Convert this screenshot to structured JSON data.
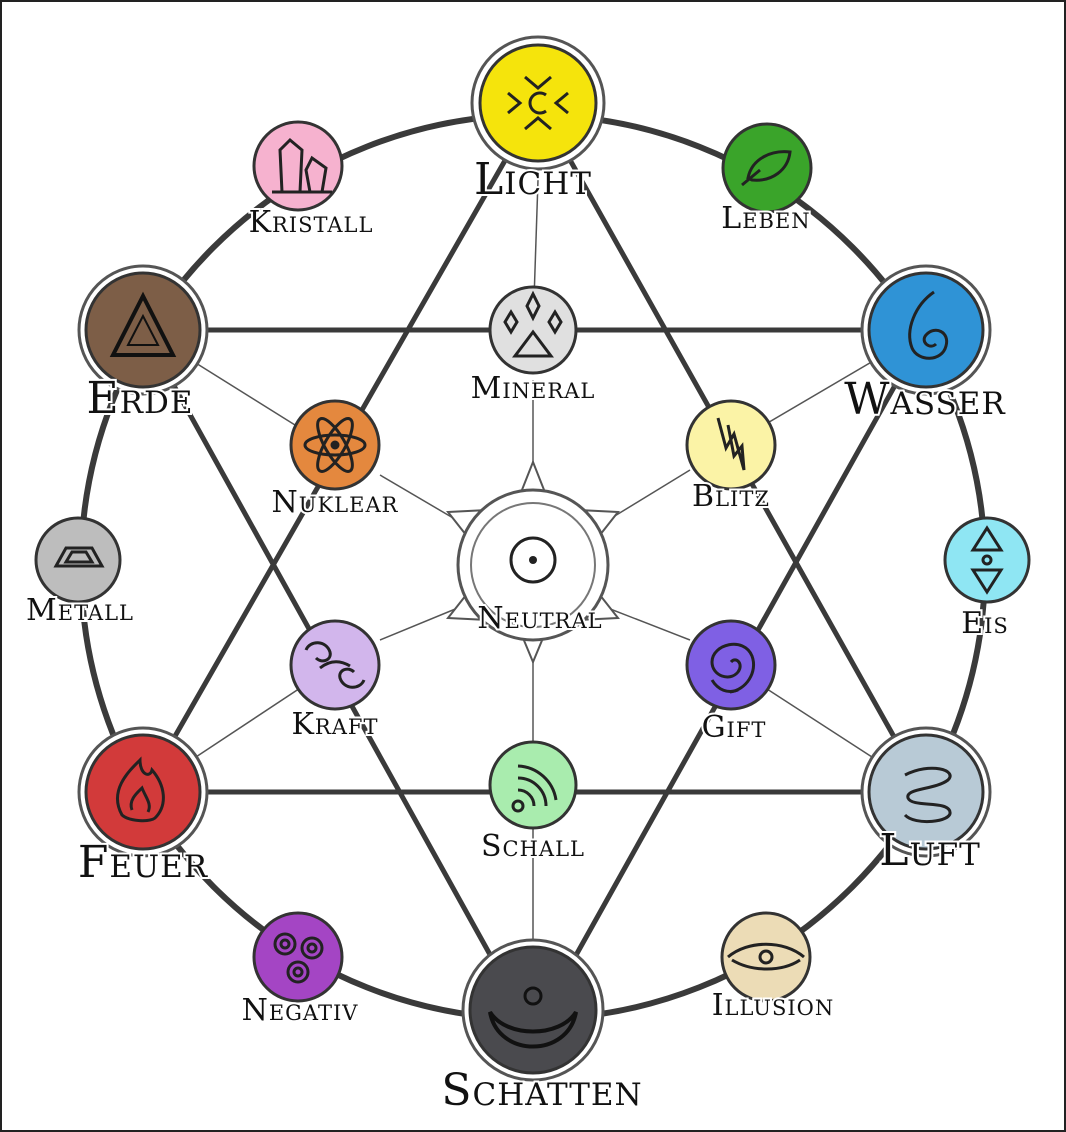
{
  "elements": {
    "licht": {
      "label": "Licht",
      "color": "#f5e40c",
      "icon": "sun-icon"
    },
    "leben": {
      "label": "Leben",
      "color": "#3aa42a",
      "icon": "leaf-icon"
    },
    "wasser": {
      "label": "Wasser",
      "color": "#2f93d6",
      "icon": "water-drop-icon"
    },
    "eis": {
      "label": "Eis",
      "color": "#8fe6f3",
      "icon": "ice-crystal-icon"
    },
    "luft": {
      "label": "Luft",
      "color": "#b8cad6",
      "icon": "wind-icon"
    },
    "illusion": {
      "label": "Illusion",
      "color": "#ecdcb6",
      "icon": "eye-icon"
    },
    "schatten": {
      "label": "Schatten",
      "color": "#4a4a4e",
      "icon": "crescent-moon-icon"
    },
    "negativ": {
      "label": "Negativ",
      "color": "#a445c4",
      "icon": "triple-spiral-icon"
    },
    "feuer": {
      "label": "Feuer",
      "color": "#d23a3a",
      "icon": "flame-icon"
    },
    "metall": {
      "label": "Metall",
      "color": "#bdbdbd",
      "icon": "ingot-icon"
    },
    "erde": {
      "label": "Erde",
      "color": "#7d5e47",
      "icon": "mountain-triangle-icon"
    },
    "kristall": {
      "label": "Kristall",
      "color": "#f6b2cf",
      "icon": "crystal-icon"
    },
    "mineral": {
      "label": "Mineral",
      "color": "#e0e0e0",
      "icon": "gems-icon"
    },
    "blitz": {
      "label": "Blitz",
      "color": "#fbf3a6",
      "icon": "lightning-icon"
    },
    "gift": {
      "label": "Gift",
      "color": "#7f60e4",
      "icon": "poison-swirl-icon"
    },
    "schall": {
      "label": "Schall",
      "color": "#a9ecae",
      "icon": "sound-waves-icon"
    },
    "kraft": {
      "label": "Kraft",
      "color": "#d2b6ec",
      "icon": "force-swirl-icon"
    },
    "nuklear": {
      "label": "Nuklear",
      "color": "#e4883e",
      "icon": "atom-icon"
    },
    "neutral": {
      "label": "Neutral",
      "color": "#ffffff",
      "icon": "dot-circle-icon"
    }
  },
  "line_color": "#3a3a3a"
}
